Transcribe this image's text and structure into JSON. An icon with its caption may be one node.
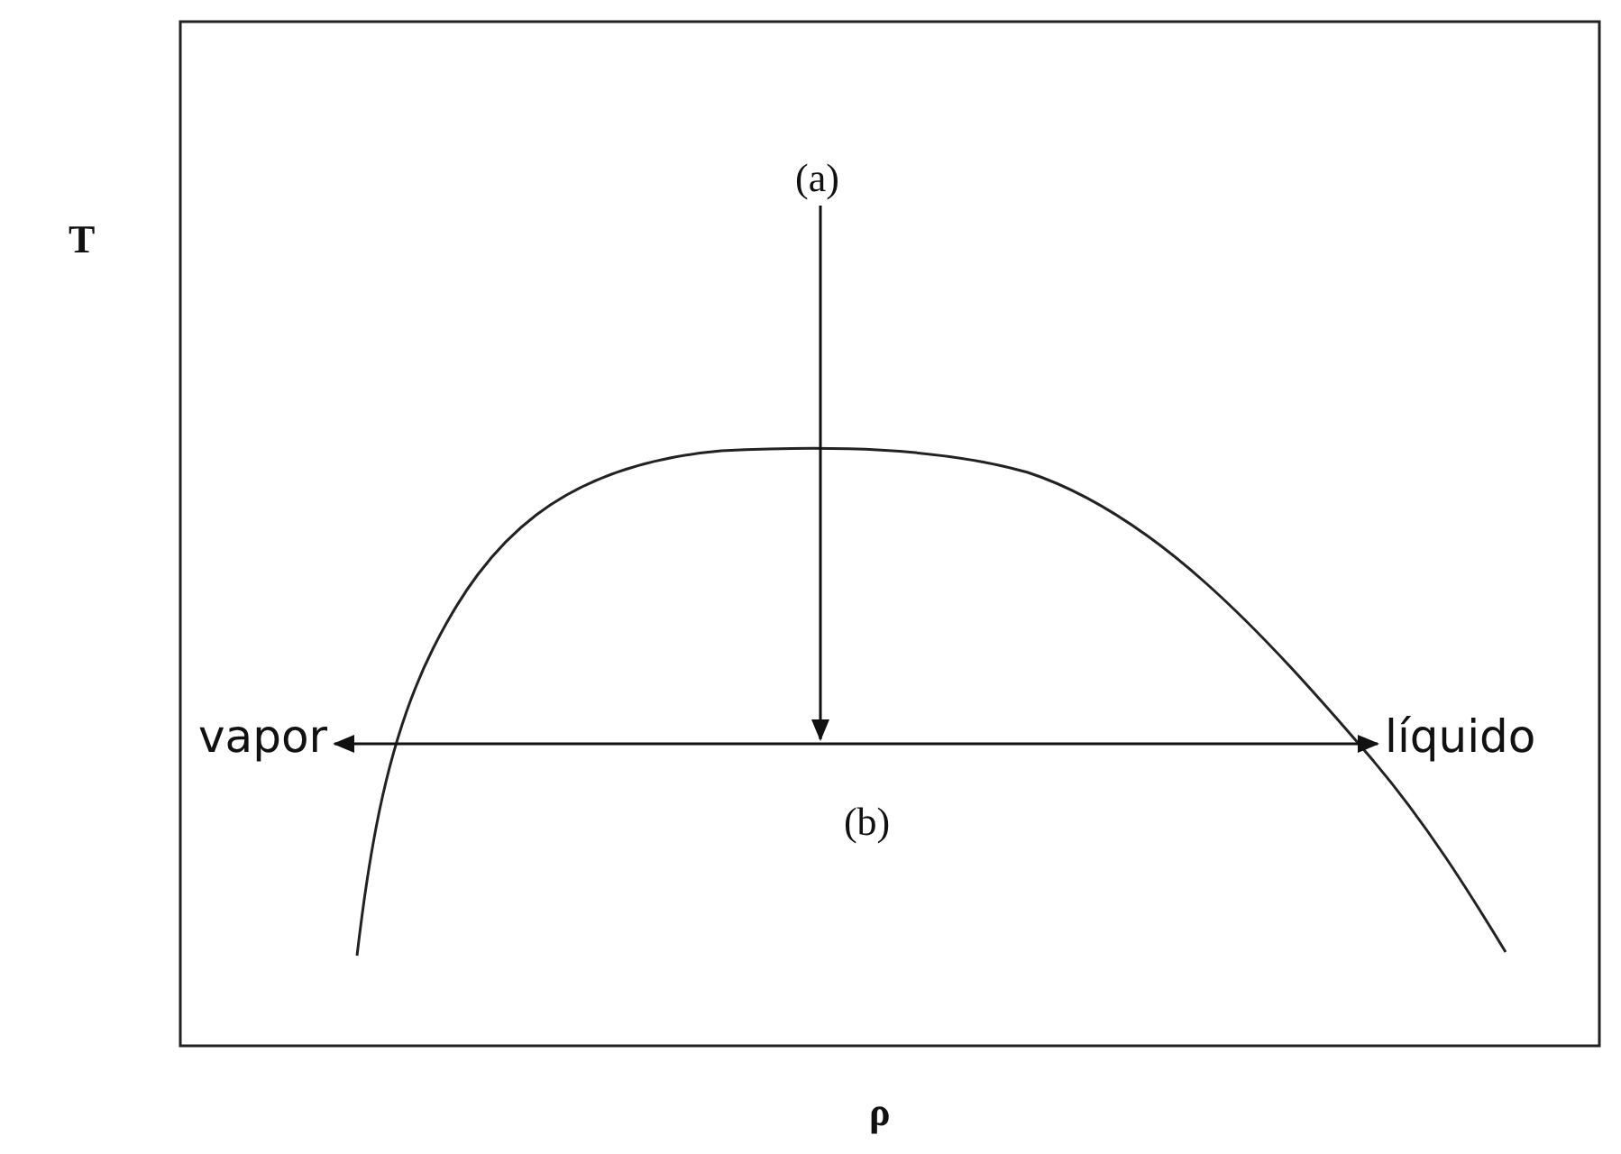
{
  "diagram": {
    "nodes": [
      {
        "text": [
          "(a)"
        ]
      },
      {
        "text": [
          "vapor"
        ]
      },
      {
        "text": [
          "líquido"
        ]
      }
    ],
    "edges": [
      {
        "from": 0,
        "to": null,
        "arrow": "to"
      },
      {
        "from": 1,
        "to": 2,
        "arrow": "both",
        "label": "(b)"
      }
    ],
    "labels": [
      "T",
      "ρ"
    ]
  }
}
